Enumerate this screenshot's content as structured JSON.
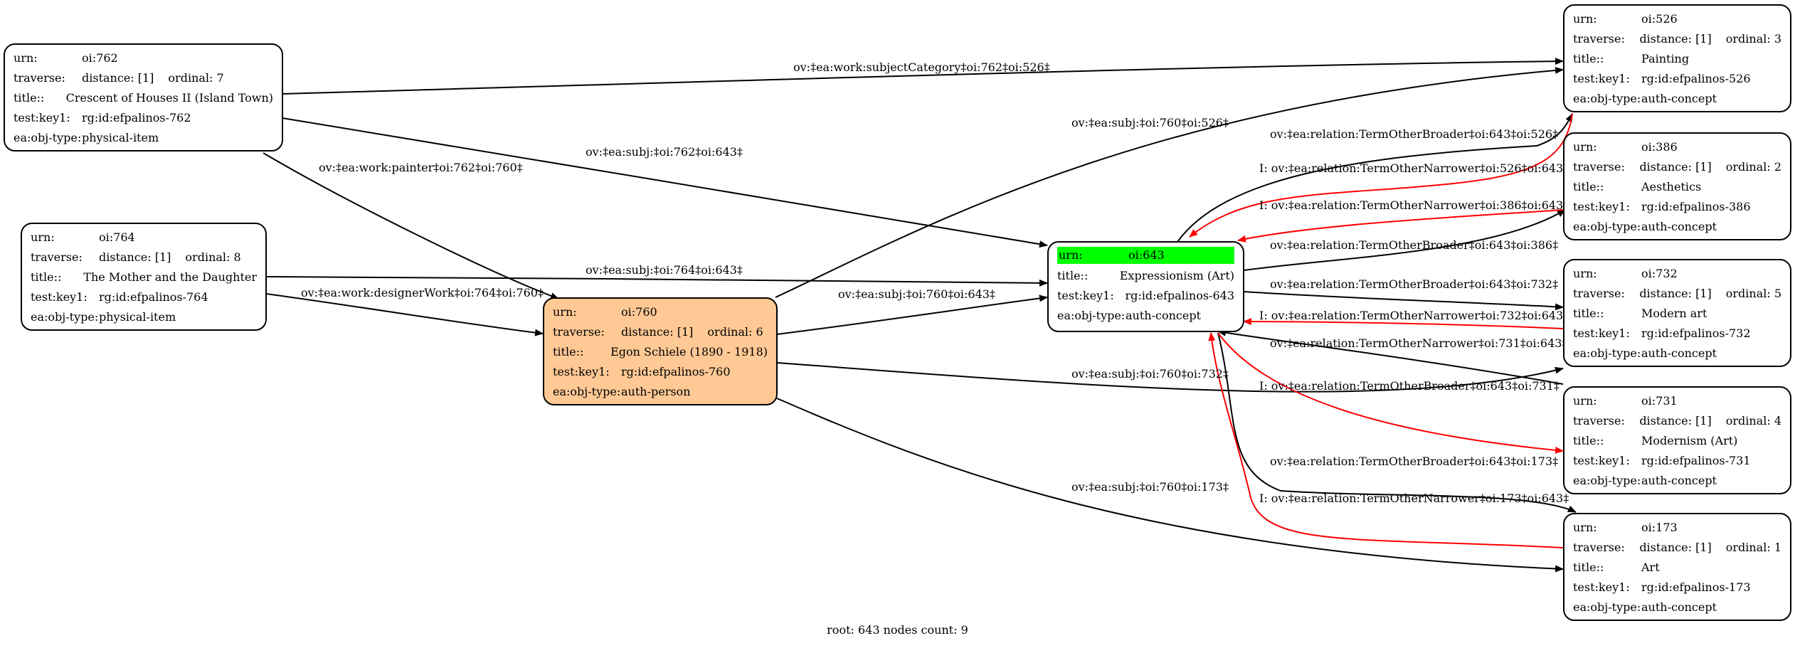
{
  "nodes": {
    "n762": {
      "urn": "oi:762",
      "distance": "distance: [1]",
      "ordinal": "ordinal: 7",
      "title": "Crescent of Houses II (Island Town)",
      "key1": "rg:id:efpalinos-762",
      "objtype": "physical-item"
    },
    "n764": {
      "urn": "oi:764",
      "distance": "distance: [1]",
      "ordinal": "ordinal: 8",
      "title": "The Mother and the Daughter",
      "key1": "rg:id:efpalinos-764",
      "objtype": "physical-item"
    },
    "n760": {
      "urn": "oi:760",
      "distance": "distance: [1]",
      "ordinal": "ordinal: 6",
      "title": "Egon Schiele (1890 - 1918)",
      "key1": "rg:id:efpalinos-760",
      "objtype": "auth-person"
    },
    "n643": {
      "urn": "oi:643",
      "title": "Expressionism (Art)",
      "key1": "rg:id:efpalinos-643",
      "objtype": "auth-concept"
    },
    "n526": {
      "urn": "oi:526",
      "distance": "distance: [1]",
      "ordinal": "ordinal: 3",
      "title": "Painting",
      "key1": "rg:id:efpalinos-526",
      "objtype": "auth-concept"
    },
    "n386": {
      "urn": "oi:386",
      "distance": "distance: [1]",
      "ordinal": "ordinal: 2",
      "title": "Aesthetics",
      "key1": "rg:id:efpalinos-386",
      "objtype": "auth-concept"
    },
    "n732": {
      "urn": "oi:732",
      "distance": "distance: [1]",
      "ordinal": "ordinal: 5",
      "title": "Modern art",
      "key1": "rg:id:efpalinos-732",
      "objtype": "auth-concept"
    },
    "n731": {
      "urn": "oi:731",
      "distance": "distance: [1]",
      "ordinal": "ordinal: 4",
      "title": "Modernism (Art)",
      "key1": "rg:id:efpalinos-731",
      "objtype": "auth-concept"
    },
    "n173": {
      "urn": "oi:173",
      "distance": "distance: [1]",
      "ordinal": "ordinal: 1",
      "title": "Art",
      "key1": "rg:id:efpalinos-173",
      "objtype": "auth-concept"
    }
  },
  "labels": {
    "k_urn": "urn:",
    "k_traverse": "traverse:",
    "k_title": "title::",
    "k_key1": "test:key1:",
    "k_objtype": "ea:obj-type:"
  },
  "edges": {
    "e1": "ov:‡ea:work:subjectCategory‡oi:762‡oi:526‡",
    "e2": "ov:‡ea:subj:‡oi:762‡oi:643‡",
    "e3": "ov:‡ea:work:painter‡oi:762‡oi:760‡",
    "e4": "ov:‡ea:subj:‡oi:764‡oi:643‡",
    "e5": "ov:‡ea:work:designerWork‡oi:764‡oi:760‡",
    "e6": "ov:‡ea:subj:‡oi:760‡oi:526‡",
    "e7": "ov:‡ea:subj:‡oi:760‡oi:643‡",
    "e8": "ov:‡ea:subj:‡oi:760‡oi:732‡",
    "e9": "ov:‡ea:subj:‡oi:760‡oi:173‡",
    "e10": "ov:‡ea:relation:TermOtherBroader‡oi:643‡oi:526‡",
    "e11": "I: ov:‡ea:relation:TermOtherNarrower‡oi:526‡oi:643‡",
    "e12": "I: ov:‡ea:relation:TermOtherNarrower‡oi:386‡oi:643‡",
    "e13": "ov:‡ea:relation:TermOtherBroader‡oi:643‡oi:386‡",
    "e14": "ov:‡ea:relation:TermOtherBroader‡oi:643‡oi:732‡",
    "e15": "I: ov:‡ea:relation:TermOtherNarrower‡oi:732‡oi:643‡",
    "e16": "ov:‡ea:relation:TermOtherNarrower‡oi:731‡oi:643‡",
    "e17": "I: ov:‡ea:relation:TermOtherBroader‡oi:643‡oi:731‡",
    "e18": "ov:‡ea:relation:TermOtherBroader‡oi:643‡oi:173‡",
    "e19": "I: ov:‡ea:relation:TermOtherNarrower‡oi:173‡oi:643‡"
  },
  "footer": "root: 643 nodes count: 9",
  "colors": {
    "root_fill": "#ffc995",
    "highlight": "#00ff00",
    "inverse_edge": "#ff0000",
    "edge": "#000000"
  }
}
